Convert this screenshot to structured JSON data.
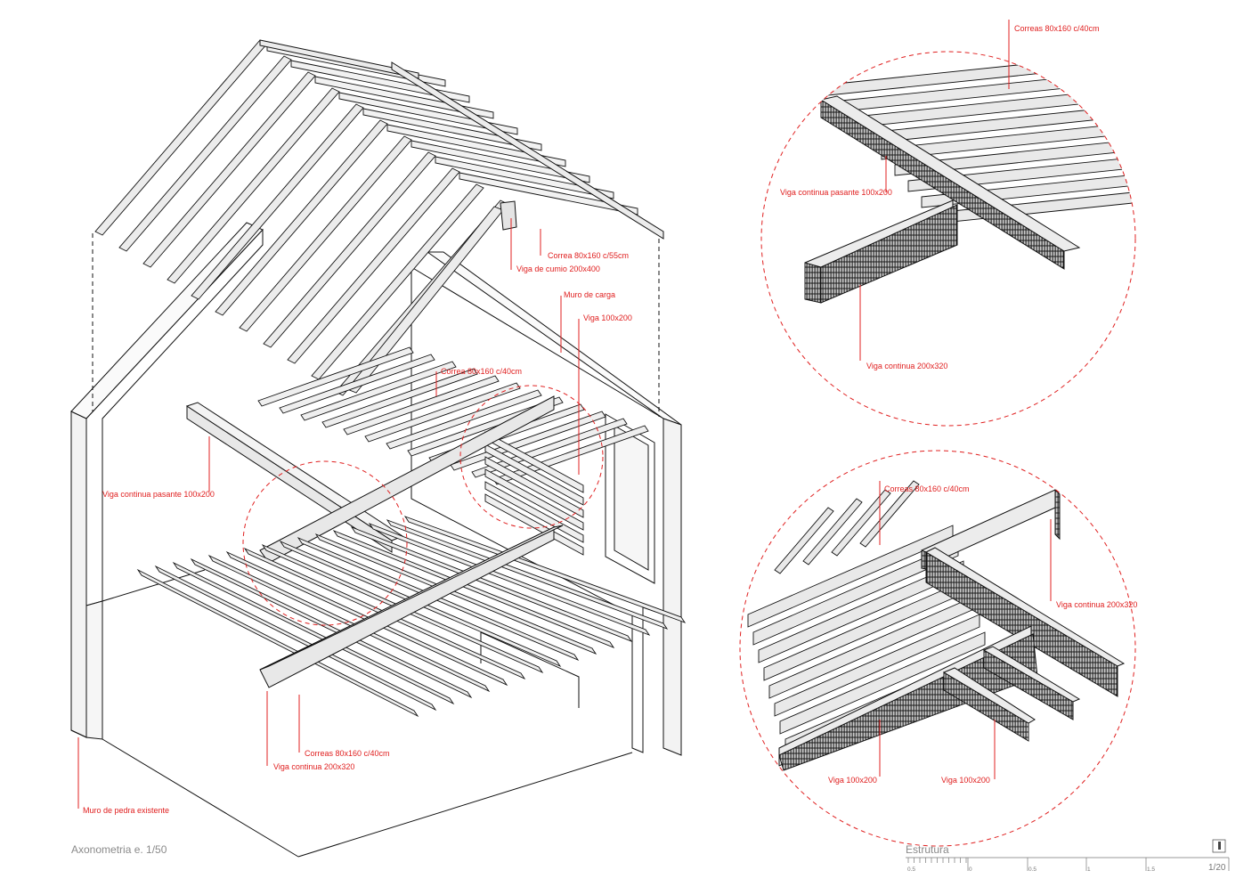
{
  "colors": {
    "annotation": "#e02020",
    "line": "#111111",
    "member_fill": "#ececec",
    "caption": "#8a8a8a"
  },
  "main_view": {
    "caption": "Axonometria e. 1/50",
    "labels": {
      "correas_top": "Correa 80x160 c/55cm",
      "viga_cumio": "Viga de cumio 200x400",
      "muro_carga": "Muro de carga",
      "viga_100": "Viga 100x200",
      "correa_mid": "Correa 80x160 c/40cm",
      "viga_pasante": "Viga continua pasante 100x200",
      "correas_low": "Correas 80x160 c/40cm",
      "viga_200": "Viga continua 200x320",
      "muro_pedra": "Muro de pedra existente"
    }
  },
  "detail_top": {
    "labels": {
      "correas": "Correas 80x160 c/40cm",
      "viga_pasante": "Viga continua pasante 100x200",
      "viga_200": "Viga continua 200x320"
    }
  },
  "detail_bottom": {
    "labels": {
      "correas": "Correas 80x160 c/40cm",
      "viga_200": "Viga continua 200x320",
      "viga_a": "Viga  100x200",
      "viga_b": "Viga  100x200"
    }
  },
  "title_block": {
    "title": "Estrutura",
    "scale": "1/20",
    "ticks": [
      "0.5",
      "0",
      "0.5",
      "1",
      "1.5"
    ]
  }
}
